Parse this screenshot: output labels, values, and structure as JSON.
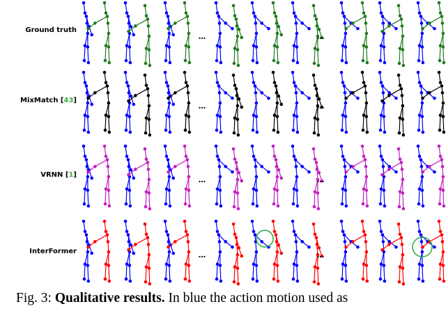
{
  "figure": {
    "rows": [
      {
        "label": "Ground truth",
        "cite": "",
        "color": "#1f7a1f"
      },
      {
        "label": "MixMatch",
        "cite": "43",
        "color": "#000000"
      },
      {
        "label": "VRNN",
        "cite": "1",
        "color": "#c020c0"
      },
      {
        "label": "InterFormer",
        "cite": "",
        "color": "#ff0000"
      }
    ],
    "action_color": "#0000ff",
    "cite_color": "#3cb043",
    "highlight_color": "#22aa44",
    "ellipsis": "..."
  },
  "caption": {
    "prefix": "Fig. 3: ",
    "bold": "Qualitative results.",
    "text": " In blue the action motion used as"
  }
}
